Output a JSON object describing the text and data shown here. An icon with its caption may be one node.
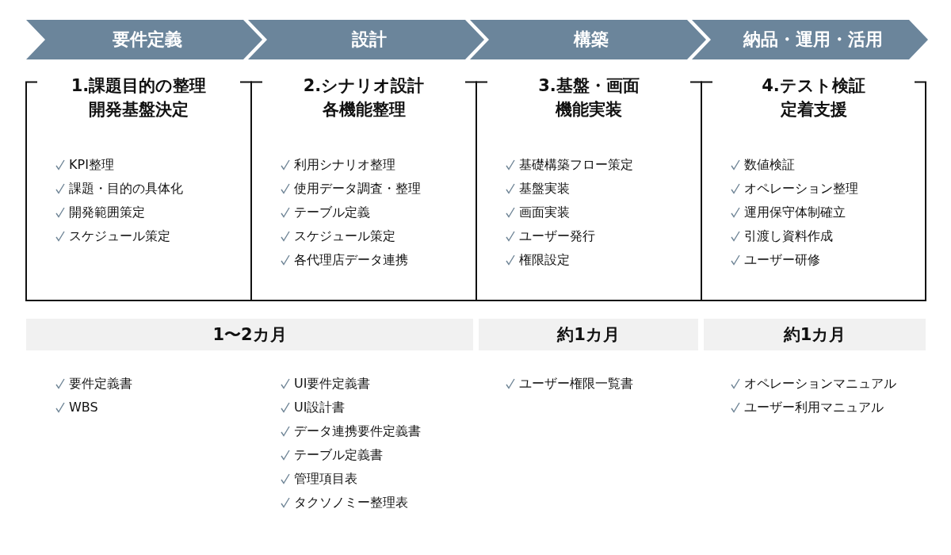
{
  "diagram": {
    "nodes": [
      {
        "text": [
          "要件定義"
        ]
      },
      {
        "text": [
          "設計"
        ]
      },
      {
        "text": [
          "構築"
        ]
      },
      {
        "text": [
          "納品・運用・活用"
        ]
      },
      {
        "text": [
          "1.課題目的の整理",
          "開発基盤決定",
          "KPI整理",
          "課題・目的の具体化",
          "開発範囲策定",
          "スケジュール策定"
        ]
      },
      {
        "text": [
          "2.シナリオ設計",
          "各機能整理",
          "利用シナリオ整理",
          "使用データ調査・整理",
          "テーブル定義",
          "スケジュール策定",
          "各代理店データ連携"
        ]
      },
      {
        "text": [
          "3.基盤・画面",
          "機能実装",
          "基礎構築フロー策定",
          "基盤実装",
          "画面実装",
          "ユーザー発行",
          "権限設定"
        ]
      },
      {
        "text": [
          "4.テスト検証",
          "定着支援",
          "数値検証",
          "オペレーション整理",
          "運用保守体制確立",
          "引渡し資料作成",
          "ユーザー研修"
        ]
      },
      {
        "text": [
          "1〜2カ月"
        ]
      },
      {
        "text": [
          "約1カ月"
        ]
      },
      {
        "text": [
          "約1カ月"
        ]
      }
    ],
    "labels": [
      "要件定義書",
      "WBS",
      "UI要件定義書",
      "UI設計書",
      "データ連携要件定義書",
      "テーブル定義書",
      "管理項目表",
      "タクソノミー整理表",
      "ユーザー権限一覧書",
      "オペレーションマニュアル",
      "ユーザー利用マニュアル"
    ]
  }
}
